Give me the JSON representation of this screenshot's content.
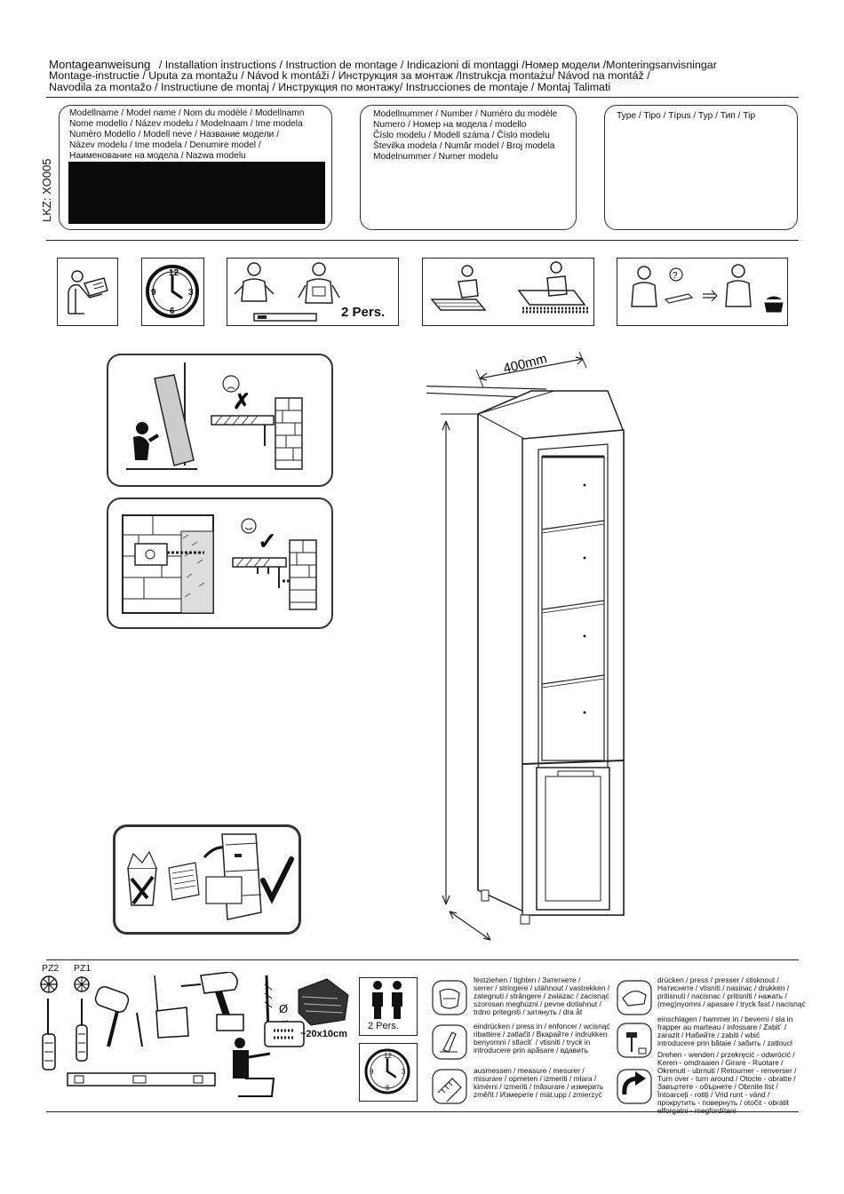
{
  "header": {
    "line1_bold": "Montageanweisung",
    "line1_rest": "/ Installation instructions / Instruction de montage / Indicazioni di montaggi /Номер модели /Monteringsanvisningar",
    "line2": "Montage-instructie / Uputa za montažu / Návod k montáži / Инструкция за монтаж /Instrukcja montażu/ Návod na montáž /",
    "line3": "Navodila za montažo / Instructiune de montaj / Инструкция по монтажу/ Instrucciones de montaje / Montaj Talimati"
  },
  "side_code": "LKZ: XO005",
  "model_name_box": {
    "lines": [
      "Modellname / Model name / Nom du modèle / Modellnamn",
      "Nome modello / Název modelu / Modelnaam / Ime modela",
      "Numéro Modello / Modell neve / Название модели /",
      "Název modelu / Ime modela / Denumire model /",
      "Наименование на модела / Nazwa modelu"
    ]
  },
  "model_number_box": {
    "lines": [
      "Modellnummer / Number / Numéro du modèle",
      "Numero /  Номер на модела / modello",
      "Číslo modelu / Modell száma / Číslo modelu",
      "Številka modela / Număr model / Broj modela",
      "Modelnummer / Numer modelu"
    ]
  },
  "type_box": {
    "label": "Type / Tipo / Típus / Typ / Тип / Tip"
  },
  "pictograms": {
    "two_persons": "2 Pers."
  },
  "dimension": {
    "depth": "400mm"
  },
  "tools": {
    "pz2": "PZ2",
    "pz1": "PZ1",
    "wood_size": "~20x10cm",
    "persons": "2 Pers."
  },
  "legend_middle": [
    {
      "icon": "tighten-icon",
      "lines": [
        "festziehen / tighten / Затегнете /",
        "serrer / stringere / utáhnout / vastrekken /",
        "zategnuti / strângere / zwiazac / zacisnąć",
        "szorosan meghúzni / pevne dotiahnut /",
        "trdno pritegniti / затянуть / dra åt"
      ]
    },
    {
      "icon": "press-in-icon",
      "lines": [
        "eindrücken / press in / enfoncer / wcisnąć",
        "ribattere / zatlačit / Вкарайте / indrukken",
        "benyomni / stlacit´ / vtisniti / tryck in",
        "introducere prin apăsare / вдавить"
      ]
    },
    {
      "icon": "measure-icon",
      "lines": [
        "ausmessen / measure / mesurer /",
        "misurare / opmeten / izmeriti / mlara /",
        "kimérni / izmeriti / măsurare / измерить",
        "změřit / Измерете / mät.upp / zmierzyć"
      ]
    }
  ],
  "legend_right": [
    {
      "icon": "press-hand-icon",
      "lines": [
        "drücken / press / presser / stisknout /",
        "Натиснете / vtisniti / nasinac / drukken /",
        "pritisnuti / nacisnac / pritisniti / нажать /",
        "(meg)nyomni / apasare / tryck fast / nacisnąć"
      ]
    },
    {
      "icon": "hammer-in-icon",
      "lines": [
        "einschlagen / hammer in / beverni / sla in",
        "frapper au marteau / infossare / Zabit´ /",
        "zarazit / Набийте / zabiti / wbić",
        "introducere prin bătaie / забить / zatloucl"
      ]
    },
    {
      "icon": "turn-over-icon",
      "lines": [
        "Drehen - wenden / przekręcić - odwrócić /",
        "Keren - omdraaien / Girare - Ruotare /",
        "Okrenuti - ubrnuti / Retourner - renverser /",
        "Turn over - turn around / Otocte - obratte /",
        "Завъртете - обърнете / Obrnite list /",
        "Întoarceți - rotiți / Vrid runt - vänd /",
        "прокрутить - повернуть / otočit - obrátit",
        "elforgatni - megfordítani"
      ]
    }
  ]
}
